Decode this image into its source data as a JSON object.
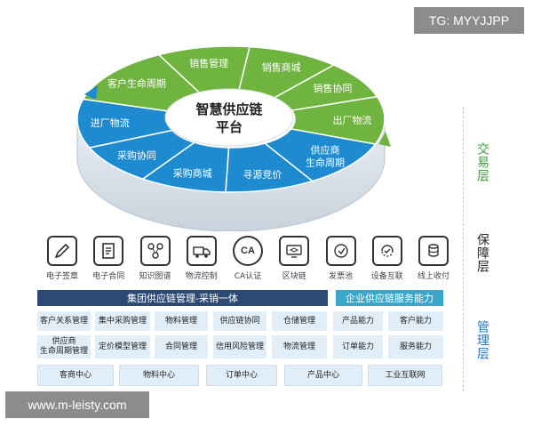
{
  "watermarks": {
    "telegram": "TG: MYYJJPP",
    "site": "www.m-leisty.com"
  },
  "center": {
    "line1": "智慧供应链",
    "line2": "平台"
  },
  "ring_segments": [
    {
      "label": "销售管理",
      "color": "green"
    },
    {
      "label": "销售商城",
      "color": "green"
    },
    {
      "label": "销售协同",
      "color": "green"
    },
    {
      "label": "出厂物流",
      "color": "green"
    },
    {
      "label": "供应商\n生命周期",
      "line1": "供应商",
      "line2": "生命周期",
      "color": "blue"
    },
    {
      "label": "寻源竞价",
      "color": "blue"
    },
    {
      "label": "采购商城",
      "color": "blue"
    },
    {
      "label": "采购协同",
      "color": "blue"
    },
    {
      "label": "进厂物流",
      "color": "blue"
    },
    {
      "label": "客户生命周期",
      "color": "green"
    }
  ],
  "layers": {
    "trade": "交易层",
    "security": "保障层",
    "management": "管理层"
  },
  "icons": [
    {
      "label": "电子签章",
      "icon": "pen-icon"
    },
    {
      "label": "电子合同",
      "icon": "contract-icon"
    },
    {
      "label": "知识图谱",
      "icon": "knowledge-graph-icon"
    },
    {
      "label": "物流控制",
      "icon": "truck-icon"
    },
    {
      "label": "CA认证",
      "icon": "ca-icon",
      "glyph": "CA"
    },
    {
      "label": "区块链",
      "icon": "blockchain-icon"
    },
    {
      "label": "发票池",
      "icon": "invoice-icon"
    },
    {
      "label": "设备互联",
      "icon": "device-link-icon"
    },
    {
      "label": "线上收付",
      "icon": "payment-icon"
    }
  ],
  "headers": {
    "left": "集团供应链管理-采销一体",
    "right": "企业供应链服务能力"
  },
  "grid_rows": [
    [
      "客户关系管理",
      "集中采购管理",
      "物料管理",
      "供应链协同",
      "仓储管理",
      "产品能力",
      "客户能力"
    ],
    [
      "供应商\n生命周期管理",
      "定价模型管理",
      "合同管理",
      "信用风险管理",
      "物流管理",
      "订单能力",
      "服务能力"
    ]
  ],
  "grid_row2_first": {
    "line1": "供应商",
    "line2": "生命周期管理"
  },
  "bottom_row": [
    "客商中心",
    "物料中心",
    "订单中心",
    "产品中心",
    "工业互联网"
  ],
  "colors": {
    "green": "#6fb43f",
    "blue": "#1e8bd0",
    "navy": "#2c4a73",
    "teal": "#3aa6c9",
    "trade_label": "#3f9e3a",
    "security_label": "#222222",
    "management_label": "#1e78c8"
  }
}
